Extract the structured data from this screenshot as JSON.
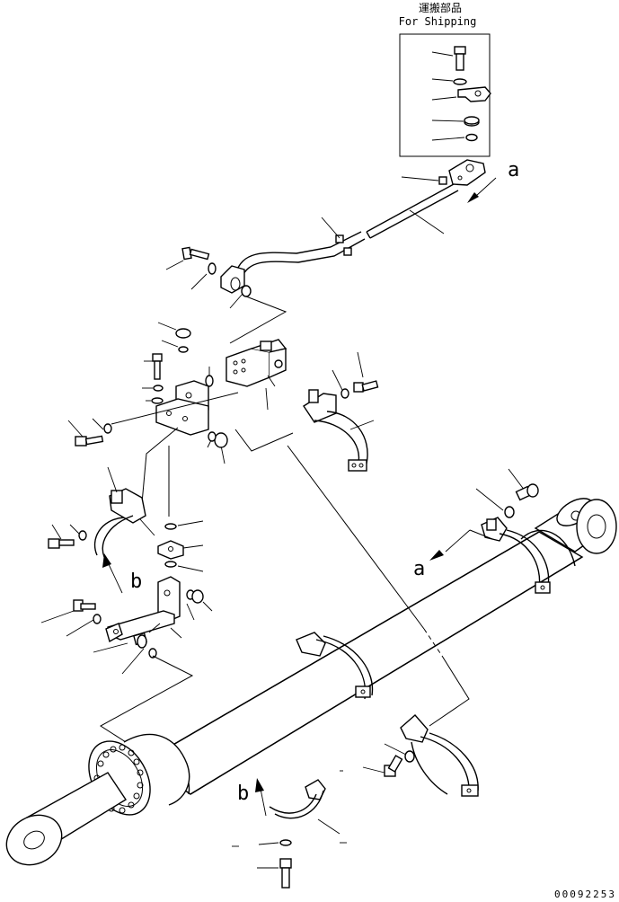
{
  "shipping_box": {
    "title_jp": "運搬部品",
    "title_en": "For Shipping"
  },
  "view_markers": {
    "a_top": "a",
    "a_mid": "a",
    "b_left": "b",
    "b_bottom": "b"
  },
  "footer": {
    "drawing_number": "00092253"
  }
}
